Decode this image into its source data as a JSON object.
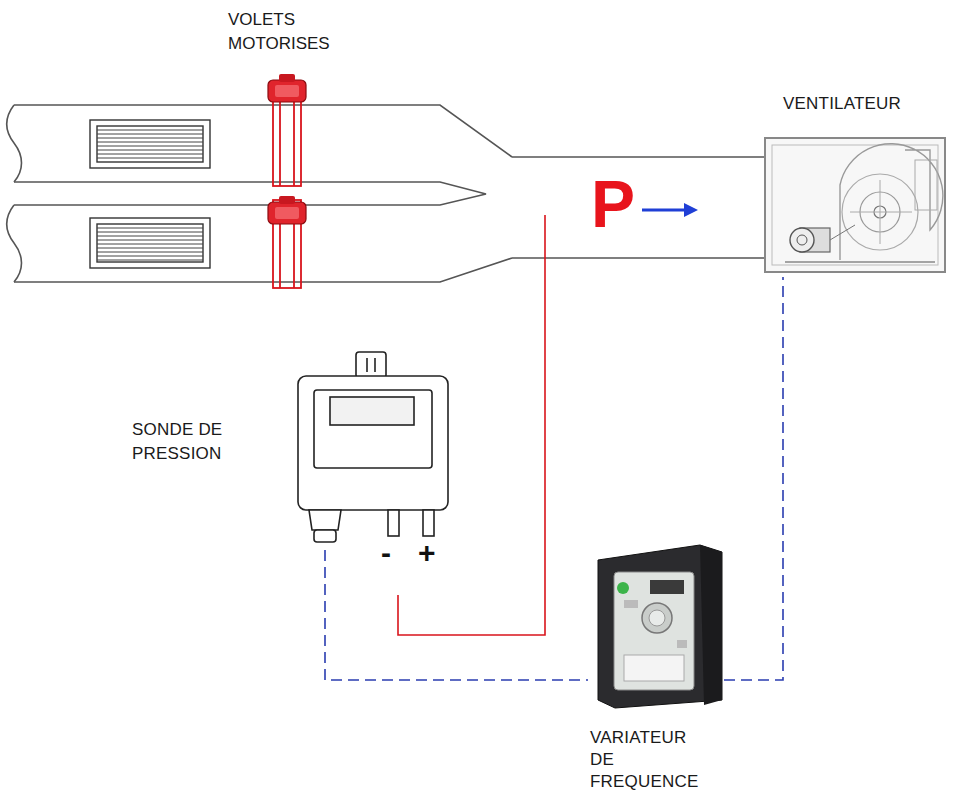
{
  "diagram": {
    "nodes": [
      {
        "text": [
          "VENTILATEUR"
        ]
      },
      {
        "text": [
          "SONDE DE PRESSION"
        ]
      },
      {
        "text": [
          "VARIATEUR DE FREQUENCE"
        ]
      }
    ],
    "edges": [
      {
        "from": 1,
        "to": 2,
        "arrow": "none"
      },
      {
        "from": 2,
        "to": 0,
        "arrow": "none"
      }
    ],
    "labels": [
      "VOLETS MOTORISES",
      "P",
      "-",
      "+"
    ]
  }
}
